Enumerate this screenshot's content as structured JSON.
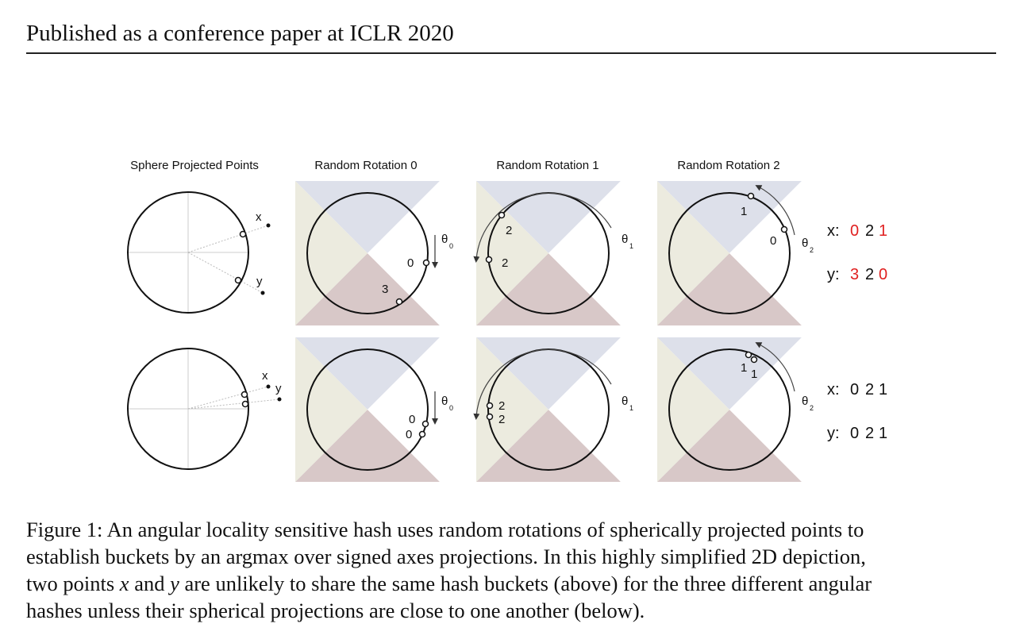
{
  "header": {
    "text": "Published as a conference paper at ICLR 2020"
  },
  "figure": {
    "column_titles": [
      "Sphere Projected Points",
      "Random Rotation 0",
      "Random Rotation 1",
      "Random Rotation 2"
    ],
    "point_labels": {
      "x": "x",
      "y": "y"
    },
    "angle_labels": {
      "r0": "θ",
      "r0_sub": "0",
      "r1": "θ",
      "r1_sub": "1",
      "r2": "θ",
      "r2_sub": "2"
    },
    "bucket_labels": {
      "top": {
        "r0_x": "0",
        "r0_y": "3",
        "r1_x": "2",
        "r1_y": "2",
        "r2_x": "0",
        "r2_y": "1"
      },
      "bottom": {
        "r0_x": "0",
        "r0_y": "0",
        "r1_x": "2",
        "r1_y": "2",
        "r2_x": "1",
        "r2_y": "1"
      }
    },
    "hash_rows": {
      "top": {
        "x_label": "x:",
        "x_values": [
          "0",
          "2",
          "1"
        ],
        "x_colors": [
          "#e02020",
          "#111111",
          "#e02020"
        ],
        "y_label": "y:",
        "y_values": [
          "3",
          "2",
          "0"
        ],
        "y_colors": [
          "#e02020",
          "#111111",
          "#e02020"
        ]
      },
      "bottom": {
        "x_label": "x:",
        "x_values": [
          "0",
          "2",
          "1"
        ],
        "x_colors": [
          "#111111",
          "#111111",
          "#111111"
        ],
        "y_label": "y:",
        "y_values": [
          "0",
          "2",
          "1"
        ],
        "y_colors": [
          "#111111",
          "#111111",
          "#111111"
        ]
      }
    },
    "colors": {
      "top_region": "#dde0ea",
      "bottom_region": "#d8c8c8",
      "side_region": "#ecebdf",
      "highlight": "#e02020"
    }
  },
  "caption": {
    "line1": "Figure 1: An angular locality sensitive hash uses random rotations of spherically projected points to",
    "line2": "establish buckets by an argmax over signed axes projections. In this highly simplified 2D depiction,",
    "line3_a": "two points ",
    "var_x": "x",
    "line3_b": " and ",
    "var_y": "y",
    "line3_c": " are unlikely to share the same hash buckets (above) for the three different angular",
    "line4": "hashes unless their spherical projections are close to one another (below)."
  }
}
